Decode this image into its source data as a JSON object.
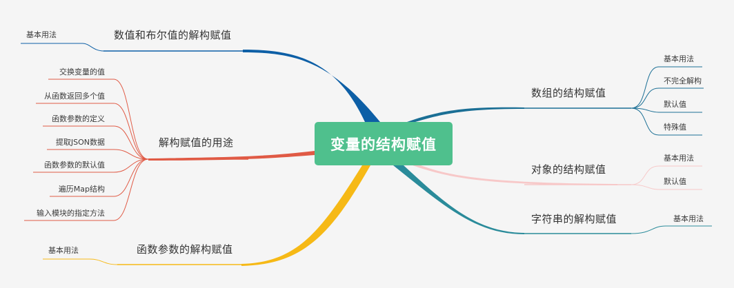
{
  "root": {
    "label": "变量的结构赋值",
    "color": "#4fc08d"
  },
  "branches": {
    "numeric_bool": {
      "label": "数值和布尔值的解构赋值",
      "color": "#0d5fa6",
      "children": [
        "基本用法"
      ]
    },
    "uses": {
      "label": "解构赋值的用途",
      "color": "#e05a45",
      "children": [
        "交换变量的值",
        "从函数返回多个值",
        "函数参数的定义",
        "提取JSON数据",
        "函数参数的默认值",
        "遍历Map结构",
        "输入模块的指定方法"
      ]
    },
    "function_params": {
      "label": "函数参数的解构赋值",
      "color": "#f6b916",
      "children": [
        "基本用法"
      ]
    },
    "array": {
      "label": "数组的结构赋值",
      "color": "#1b6f95",
      "children": [
        "基本用法",
        "不完全解构",
        "默认值",
        "特殊值"
      ]
    },
    "object": {
      "label": "对象的结构赋值",
      "color": "#f7c8c8",
      "children": [
        "基本用法",
        "默认值"
      ]
    },
    "string": {
      "label": "字符串的解构赋值",
      "color": "#2a8b9a",
      "children": [
        "基本用法"
      ]
    }
  }
}
